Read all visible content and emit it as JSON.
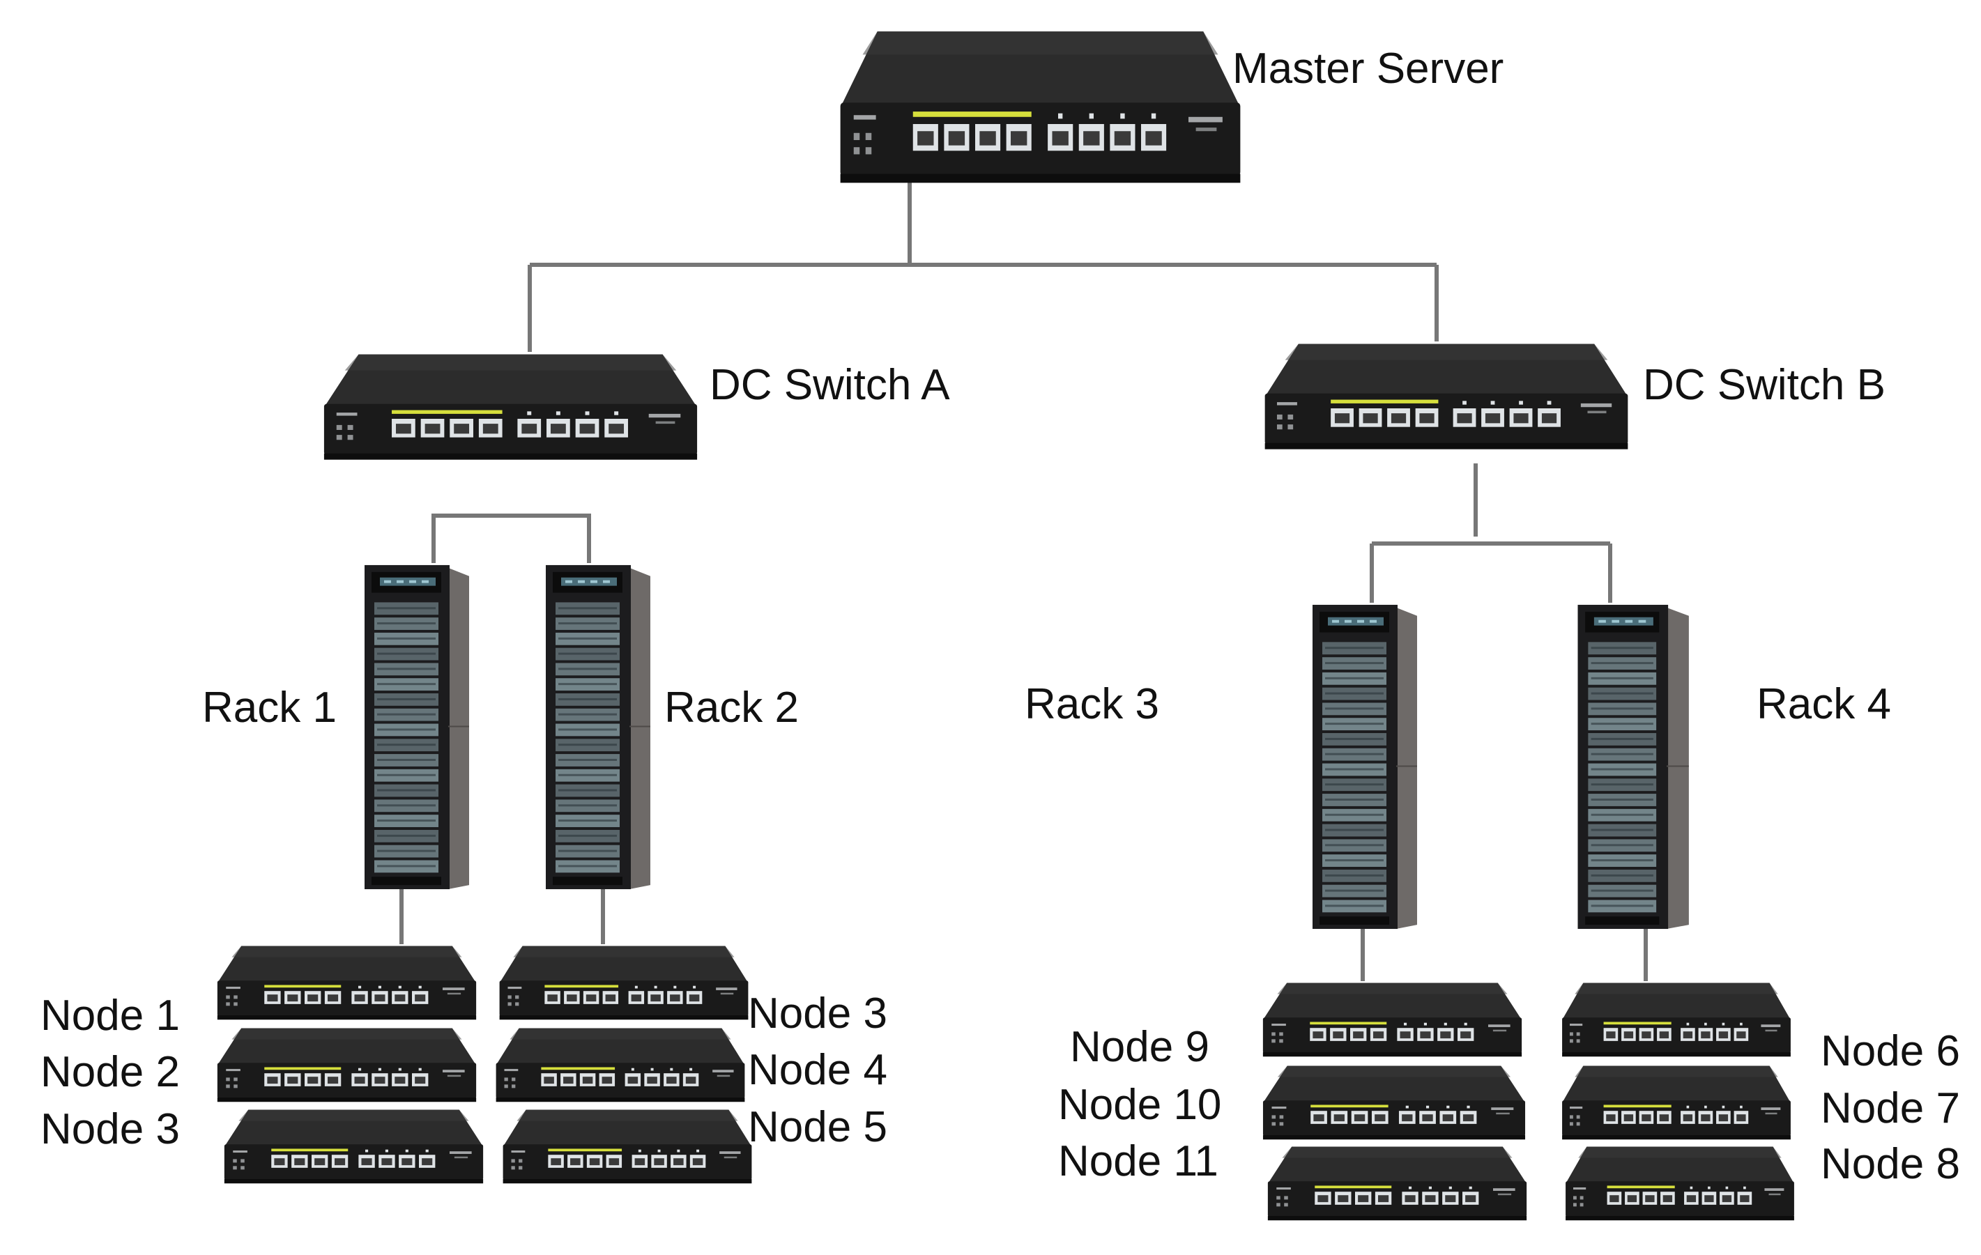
{
  "diagram": {
    "labels": {
      "master": "Master Server",
      "switch_a": "DC Switch A",
      "switch_b": "DC Switch B",
      "rack1": "Rack 1",
      "rack2": "Rack 2",
      "rack3": "Rack 3",
      "rack4": "Rack 4",
      "node_l1": "Node 1",
      "node_l2": "Node 2",
      "node_l3": "Node 3",
      "node_r1": "Node 3",
      "node_r2": "Node 4",
      "node_r3": "Node 5",
      "node_b1": "Node 9",
      "node_b2": "Node 10",
      "node_b3": "Node 11",
      "node_c1": "Node 6",
      "node_c2": "Node 7",
      "node_c3": "Node 8"
    },
    "colors": {
      "line": "#777777",
      "device_top": "#2c2c2c",
      "device_front": "#1a1a1a",
      "port": "#dfe3e6",
      "led": "#d6df3c",
      "rack_body": "#1c1c1e",
      "rack_side": "#6e6a68",
      "rack_unit": "#8aa1a8"
    },
    "icons": [
      "network-switch-icon",
      "server-rack-icon"
    ]
  }
}
